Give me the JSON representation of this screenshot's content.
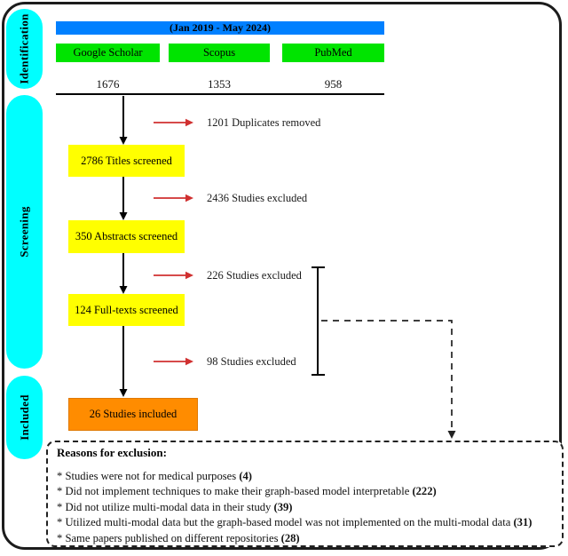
{
  "figure": {
    "type": "prisma-flow-diagram",
    "period": "(Jan 2019 - May 2024)"
  },
  "stages": [
    {
      "label": "Identification"
    },
    {
      "label": "Screening"
    },
    {
      "label": "Included"
    }
  ],
  "sources": [
    {
      "name": "Google Scholar",
      "count": "1676"
    },
    {
      "name": "Scopus",
      "count": "1353"
    },
    {
      "name": "PubMed",
      "count": "958"
    }
  ],
  "flow_boxes": [
    {
      "label": "2786 Titles screened"
    },
    {
      "label": "350 Abstracts screened"
    },
    {
      "label": "124 Full-texts screened"
    },
    {
      "label": "26 Studies included"
    }
  ],
  "exclusions": [
    {
      "label": "1201 Duplicates removed"
    },
    {
      "label": "2436 Studies excluded"
    },
    {
      "label": "226 Studies excluded"
    },
    {
      "label": "98 Studies excluded"
    }
  ],
  "reasons": {
    "title": "Reasons for exclusion:",
    "items": [
      {
        "text": "* Studies were not for medical purposes ",
        "count": "(4)"
      },
      {
        "text": "* Did not implement techniques to make their graph-based model interpretable ",
        "count": "(222)"
      },
      {
        "text": "* Did not utilize multi-modal data in their study ",
        "count": "(39)"
      },
      {
        "text": "* Utilized multi-modal data but the graph-based model was not implemented on the multi-modal data ",
        "count": "(31)"
      },
      {
        "text": "* Same papers published on different repositories ",
        "count": "(28)"
      }
    ]
  },
  "colors": {
    "stage_pill": "#00FFFF",
    "period_bar": "#0080FF",
    "source_box": "#00E400",
    "screen_box": "#FFFF00",
    "included_box": "#FF8C00",
    "exclusion_arrow": "#D03030",
    "flow_arrow": "#000000"
  }
}
